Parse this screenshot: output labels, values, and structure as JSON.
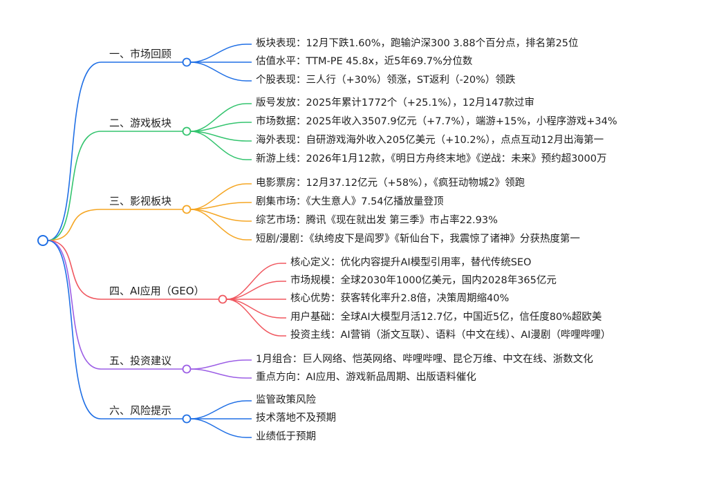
{
  "colors": {
    "root": "#1f6fe5",
    "market": "#1f6fe5",
    "game": "#33c46e",
    "film": "#f5a623",
    "ai": "#f0575f",
    "invest": "#9b5de5",
    "risk": "#1f6fe5"
  },
  "branches": [
    {
      "id": "market",
      "label": "一、市场回顾",
      "color": "#1f6fe5",
      "leaves": [
        "板块表现：12月下跌1.60%，跑输沪深300 3.88个百分点，排名第25位",
        "估值水平：TTM-PE 45.8x，近5年69.7%分位数",
        "个股表现：三人行（+30%）领涨，ST返利（-20%）领跌"
      ]
    },
    {
      "id": "game",
      "label": "二、游戏板块",
      "color": "#33c46e",
      "leaves": [
        "版号发放：2025年累计1772个（+25.1%），12月147款过审",
        "市场数据：2025年收入3507.9亿元（+7.7%），端游+15%，小程序游戏+34%",
        "海外表现：自研游戏海外收入205亿美元（+10.2%），点点互动12月出海第一",
        "新游上线：2026年1月12款，《明日方舟终末地》《逆战：未来》预约超3000万"
      ]
    },
    {
      "id": "film",
      "label": "三、影视板块",
      "color": "#f5a623",
      "leaves": [
        "电影票房：12月37.12亿元（+58%），《疯狂动物城2》领跑",
        "剧集市场：《大生意人》7.54亿播放量登顶",
        "综艺市场：腾讯《现在就出发 第三季》市占率22.93%",
        "短剧/漫剧：《纨绔皮下是阎罗》《斩仙台下，我震惊了诸神》分获热度第一"
      ]
    },
    {
      "id": "ai",
      "label": "四、AI应用（GEO）",
      "color": "#f0575f",
      "leaves": [
        "核心定义：优化内容提升AI模型引用率，替代传统SEO",
        "市场规模：全球2030年1000亿美元，国内2028年365亿元",
        "核心优势：获客转化率升2.8倍，决策周期缩40%",
        "用户基础：全球AI大模型月活12.7亿，中国近5亿，信任度80%超欧美",
        "投资主线：AI营销（浙文互联）、语料（中文在线）、AI漫剧（哔哩哔哩）"
      ]
    },
    {
      "id": "invest",
      "label": "五、投资建议",
      "color": "#9b5de5",
      "leaves": [
        "1月组合：巨人网络、恺英网络、哔哩哔哩、昆仑万维、中文在线、浙数文化",
        "重点方向：AI应用、游戏新品周期、出版语料催化"
      ]
    },
    {
      "id": "risk",
      "label": "六、风险提示",
      "color": "#1f6fe5",
      "leaves": [
        "监管政策风险",
        "技术落地不及预期",
        "业绩低于预期"
      ]
    }
  ]
}
